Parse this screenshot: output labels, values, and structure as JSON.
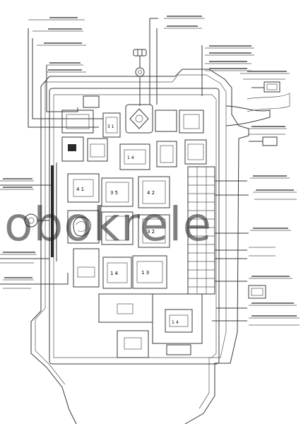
{
  "watermark": {
    "text": "obokrele"
  },
  "colors": {
    "line": "#3a3a3a",
    "background": "#ffffff",
    "watermark": "#1a1a1a"
  },
  "diagram": {
    "nodes": [
      {
        "id": "top-fuse-pair",
        "label": "",
        "icon": "double-fuse-icon"
      },
      {
        "id": "top-relay",
        "label": "",
        "icon": "circle-relay-icon"
      },
      {
        "id": "center-large-relay",
        "label": "",
        "icon": "relay-icon"
      },
      {
        "id": "left-round-connector",
        "label": "",
        "icon": "round-connector-icon"
      },
      {
        "id": "right-connector-upper",
        "label": "",
        "icon": "connector-icon"
      },
      {
        "id": "right-connector-lower",
        "label": "",
        "icon": "connector-icon"
      },
      {
        "id": "fuse-strip",
        "label": "",
        "icon": "fuse-strip-icon"
      }
    ],
    "edges": [
      {
        "from": "top-fuse-pair",
        "to": "top-relay"
      },
      {
        "from": "top-relay",
        "to": "center-large-relay"
      },
      {
        "from": "right-connector-upper",
        "to": "fuse-strip"
      },
      {
        "from": "right-connector-lower",
        "to": "fuse-strip"
      }
    ]
  }
}
